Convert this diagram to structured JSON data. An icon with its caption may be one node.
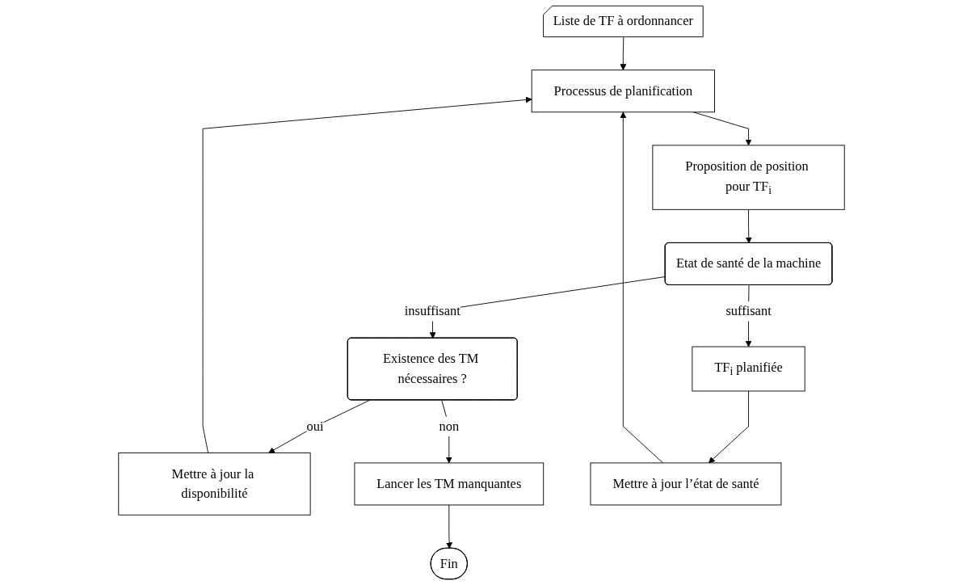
{
  "diagram": {
    "nodes": [
      {
        "text": [
          "Liste de TF à ordonnancer"
        ]
      },
      {
        "text": [
          "Processus de planification"
        ]
      },
      {
        "text": [
          "Proposition de position pour TF$_{i}$"
        ]
      },
      {
        "text": [
          "Etat de santé de la machine"
        ]
      },
      {
        "text": [
          "Existence des TM nécessaires ?"
        ]
      },
      {
        "text": [
          "TF$_{i}$ planifiée"
        ]
      },
      {
        "text": [
          "Mettre à jour la disponibilité"
        ]
      },
      {
        "text": [
          "Lancer les TM manquantes"
        ]
      },
      {
        "text": [
          "Mettre à jour l’état de santé"
        ]
      },
      {
        "text": [
          "Fin"
        ]
      }
    ],
    "edges": [
      {
        "from": 0,
        "to": 1,
        "arrow": "to"
      },
      {
        "from": 1,
        "to": 2,
        "arrow": "to"
      },
      {
        "from": 2,
        "to": 3,
        "arrow": "to"
      },
      {
        "from": 3,
        "to": 4,
        "arrow": "to",
        "label": "insuffisant"
      },
      {
        "from": 3,
        "to": 5,
        "arrow": "to",
        "label": "suffisant"
      },
      {
        "from": 4,
        "to": 6,
        "arrow": "to",
        "label": "oui"
      },
      {
        "from": 4,
        "to": 7,
        "arrow": "to",
        "label": "non"
      },
      {
        "from": 5,
        "to": 8,
        "arrow": "to"
      },
      {
        "from": 6,
        "to": 1,
        "arrow": "to"
      },
      {
        "from": 7,
        "to": 9,
        "arrow": "to"
      },
      {
        "from": 8,
        "to": 1,
        "arrow": "to"
      }
    ]
  }
}
